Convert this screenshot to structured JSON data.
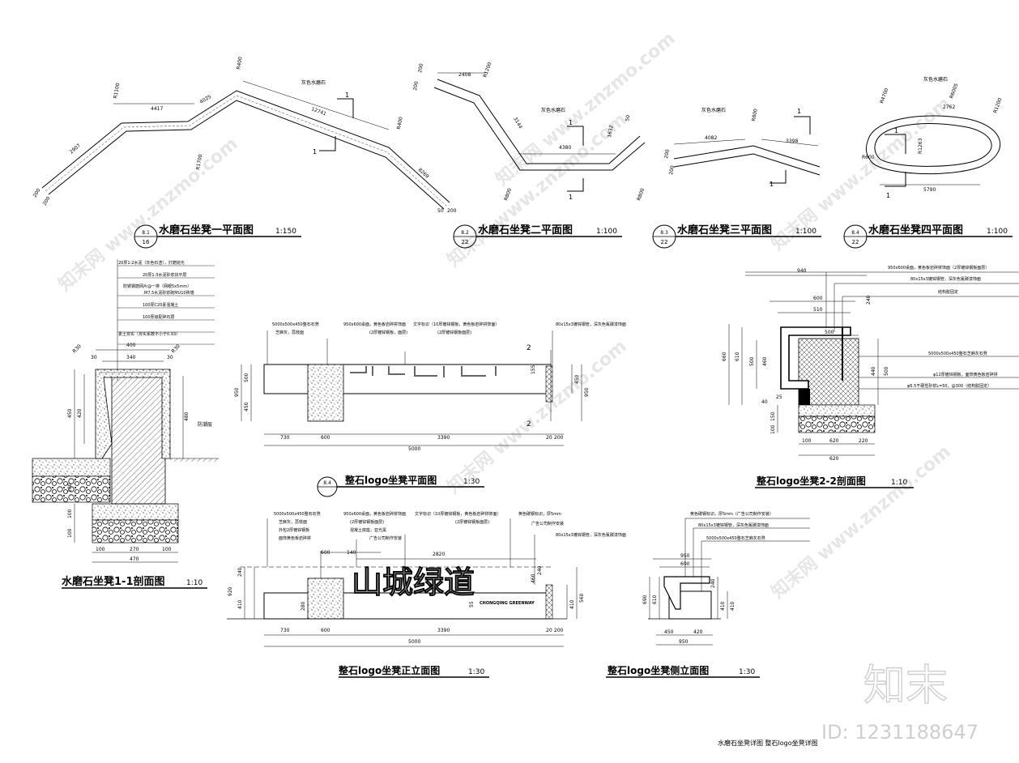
{
  "titles": {
    "p1": "水磨石坐凳一平面图",
    "p2": "水磨石坐凳二平面图",
    "p3": "水磨石坐凳三平面图",
    "p4": "水磨石坐凳四平面图",
    "s11": "水磨石坐凳1-1剖面图",
    "logo_plan": "整石logo坐凳平面图",
    "logo_22": "整石logo坐凳2-2剖面图",
    "logo_front": "整石logo坐凳正立面图",
    "logo_side": "整石logo坐凳侧立面图"
  },
  "scales": {
    "s150": "1:150",
    "s100": "1:100",
    "s10": "1:10",
    "s30": "1:30"
  },
  "markers": {
    "m1_top": "8.1",
    "m1_bot": "16",
    "m2_top": "8.2",
    "m2_bot": "22",
    "m3_top": "8.3",
    "m3_bot": "22",
    "m4_top": "8.4",
    "m4_bot": "22",
    "m5_top": "8.4"
  },
  "plan1": {
    "d1": "2907",
    "d2": "4417",
    "d3": "4025",
    "d4": "12741",
    "d5": "8269",
    "r1": "R1100",
    "r2": "R400",
    "r3": "R1700",
    "r4": "R400",
    "w1": "200",
    "w2": "200",
    "w3": "50",
    "w4": "200",
    "mat": "灰色水磨石",
    "cut": "1"
  },
  "plan2": {
    "d1": "2408",
    "d2": "3144",
    "d3": "4380",
    "d4": "1632",
    "r1": "R1200",
    "r2": "R800",
    "r3": "R800",
    "mat": "灰色水磨石",
    "w1": "200",
    "w2": "200",
    "w3": "50",
    "cut": "1"
  },
  "plan3": {
    "d1": "4082",
    "d2": "3398",
    "r1": "R800",
    "mat": "灰色水磨石",
    "w1": "200",
    "w2": "200",
    "cut": "1"
  },
  "plan4": {
    "d1": "2762",
    "d2": "5790",
    "r1": "R4700",
    "r2": "R6005",
    "r3": "R1263",
    "r4": "R600",
    "r5": "R1200",
    "mat": "灰色水磨石",
    "cut": "1"
  },
  "section11": {
    "notes": [
      "20厚1:2水泥（灰色石渣），打磨抛光",
      "20厚1:3水泥砂浆找平层",
      "防锈钢筋网片@一排（网眼5x5mm）",
      "M7.5水泥砂浆砌MU10砖墙",
      "100厚C20素混凝土",
      "100厚级配碎石层",
      "素土夯实（夯实系数不小于0.93）"
    ],
    "d400": "400",
    "d340": "340",
    "d30a": "30",
    "d30b": "30",
    "r30a": "R30",
    "r30b": "R30",
    "h450": "450",
    "h420": "420",
    "h480": "480",
    "h100a": "100",
    "h100b": "100",
    "h100c": "100",
    "b100": "100",
    "b270": "270",
    "b100b": "100",
    "b470": "470",
    "mark": "防潮层"
  },
  "logoplan": {
    "n1": "5000x500x450整石石凳",
    "n1b": "芝麻灰，荔枝面",
    "n2": "950x600桌面，黄色板岩碎拼饰面",
    "n2b": "(2厚镀锌钢板，面层)",
    "n3": "文字标识（10厚镀锌钢板，黄色板岩碎拼饰面）",
    "n3b": "(2厚镀锌钢板面层)",
    "n4": "80x15x3镀锌钢管，深灰色氟碳漆饰面",
    "h500": "500",
    "h950": "950",
    "h450": "450",
    "r155": "155",
    "r450": "450",
    "r950": "950",
    "b730": "730",
    "b600": "600",
    "b3390": "3390",
    "b20": "20",
    "b200": "200",
    "b5000": "5000",
    "cut2": "2"
  },
  "logo22": {
    "n1": "950x600桌面，黄色板岩碎拼饰面（2厚镀锌钢板面层）",
    "n2": "80x15x3镀锌钢管，深灰色氟碳漆饰面",
    "n3": "结构胶固定",
    "n4": "5000x500x450整石芝麻灰石凳",
    "n5": "φ12厚镀锌钢板，面饰黄色板岩碎拼",
    "n6": "φ6.5干硬性砂浆L=50，@300（结构胶固定）",
    "t940": "940",
    "t600": "600",
    "t510": "510",
    "t240": "240",
    "t500": "500",
    "l660": "660",
    "l610": "610",
    "l500": "500",
    "l460": "460",
    "l40": "40",
    "r440": "440",
    "r25": "25",
    "r500": "500",
    "b150": "150",
    "b100": "100",
    "b620": "620",
    "b100b": "100",
    "b620b": "620",
    "b220": "220"
  },
  "logofront": {
    "n1": "5000x500x450整石石凳",
    "n1b": "芝麻灰，荔枝面",
    "n1c": "外包2厚镀锌钢板",
    "n1d": "面饰黄色板岩碎拼",
    "n2": "950x600桌面，黄色板岩碎拼饰面",
    "n2b": "(2厚镀锌钢板面层)",
    "n2c": "混凝土底座，亚光黑",
    "n3": "文字标识（10厚镀锌钢板，黄色板岩碎拼饰面）",
    "n3b": "(2厚镀锌钢板面层)",
    "n3c": "广告公司制作安装",
    "n4": "黄色碳钢标识，厚5mm",
    "n4b": "广告公司制作安装",
    "n4c": "80x15x3镀锌钢管，深灰色氟碳漆饰面",
    "logo_text": "山城绿道",
    "logo_sub": "CHONGQING GREENWAY",
    "t600": "600",
    "t140": "140",
    "t2820": "2820",
    "l240": "240",
    "l920": "920",
    "l410": "410",
    "l280": "280",
    "r240": "240",
    "r460": "460",
    "r55": "55",
    "r410": "410",
    "r560": "560",
    "b730": "730",
    "b600": "600",
    "b3390": "3390",
    "b20": "20",
    "b200": "200",
    "b5000": "5000"
  },
  "logoside": {
    "n1": "黄色碳钢标识，厚5mm（广告公司制作安装）",
    "n2": "80x15x3镀锌钢管，深灰色氟碳漆饰面",
    "n3": "5000x500x450整石芝麻灰石凳",
    "t950": "950",
    "t600": "600",
    "l690": "690",
    "l610": "610",
    "l410": "410",
    "r240": "240",
    "r410": "410",
    "b450": "450",
    "b420": "420",
    "b950": "950"
  },
  "footer": {
    "sheet": "水磨石坐凳详图   整石logo坐凳详图",
    "brand": "知末",
    "id": "ID: 1231188647"
  }
}
